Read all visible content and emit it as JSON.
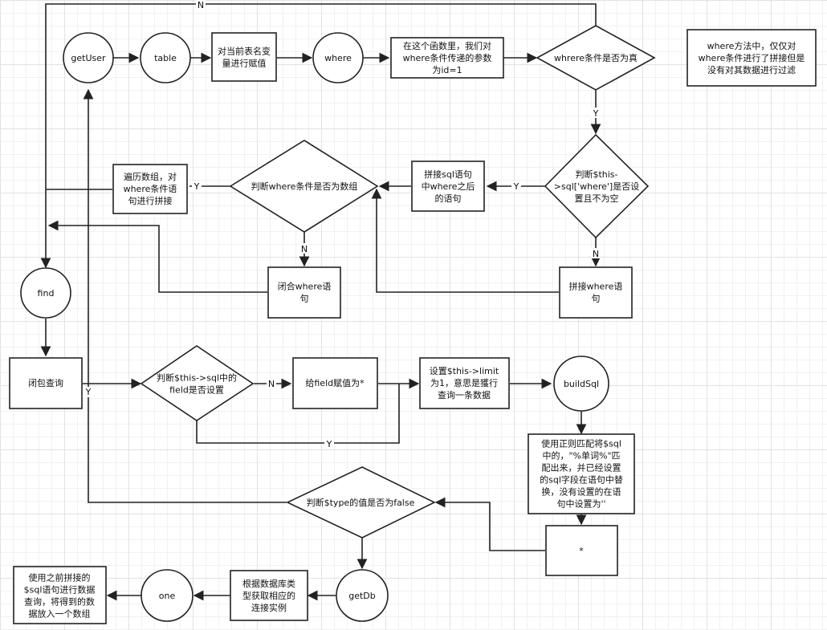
{
  "nodes": {
    "getUser": [
      "getUser"
    ],
    "table": [
      "table"
    ],
    "assign_table": [
      "对当前表名变",
      "量进行赋值"
    ],
    "where": [
      "where"
    ],
    "param_id": [
      "在这个函数里，我们对",
      "where条件传递的参数",
      "为id=1"
    ],
    "where_true": [
      "whrere条件是否为真"
    ],
    "note": [
      "where方法中，仅仅对",
      "where条件进行了拼接但是",
      "没有对其数据进行过滤"
    ],
    "check_sql_where": [
      "判断$this-",
      ">sql['where']是否设",
      "置且不为空"
    ],
    "concat_after": [
      "拼接sql语句",
      "中where之后",
      "的语句"
    ],
    "is_array": [
      "判断where条件是否为数组"
    ],
    "traverse": [
      "遍历数组，对",
      "where条件语",
      "句进行拼接"
    ],
    "close_where": [
      "闭合where语",
      "句"
    ],
    "concat_where": [
      "拼接where语",
      "句"
    ],
    "find": [
      "find"
    ],
    "closure_query": [
      "闭包查询"
    ],
    "check_field": [
      "判断$this->sql中的",
      "field是否设置"
    ],
    "field_star": [
      "给field赋值为*"
    ],
    "set_limit": [
      "设置$this->limit",
      "为1，意思是獲行",
      "查询一条数据"
    ],
    "buildSql": [
      "buildSql"
    ],
    "regex_desc": [
      "使用正则匹配将$sql",
      "中的，\"%单词%\"匹",
      "配出来，并已经设置",
      "的sql字段在语句中替",
      "换，没有设置的在语",
      "句中设置为''"
    ],
    "star_box": [
      "*"
    ],
    "type_false": [
      "判断$type的值是否为false"
    ],
    "getDb": [
      "getDb"
    ],
    "conn_instance": [
      "根据数据库类",
      "型获取相应的",
      "连接实例"
    ],
    "one": [
      "one"
    ],
    "use_sql": [
      "使用之前拼接的",
      "$sql语句进行数据",
      "查询，将得到的数",
      "据放入一个数组"
    ]
  },
  "edge_labels": {
    "n_top": "N",
    "y_where_true": "Y",
    "y_check_sql": "Y",
    "n_check_sql": "N",
    "y_is_array": "Y",
    "n_is_array": "N",
    "y_closure": "Y",
    "n_field": "N",
    "y_field": "Y"
  }
}
